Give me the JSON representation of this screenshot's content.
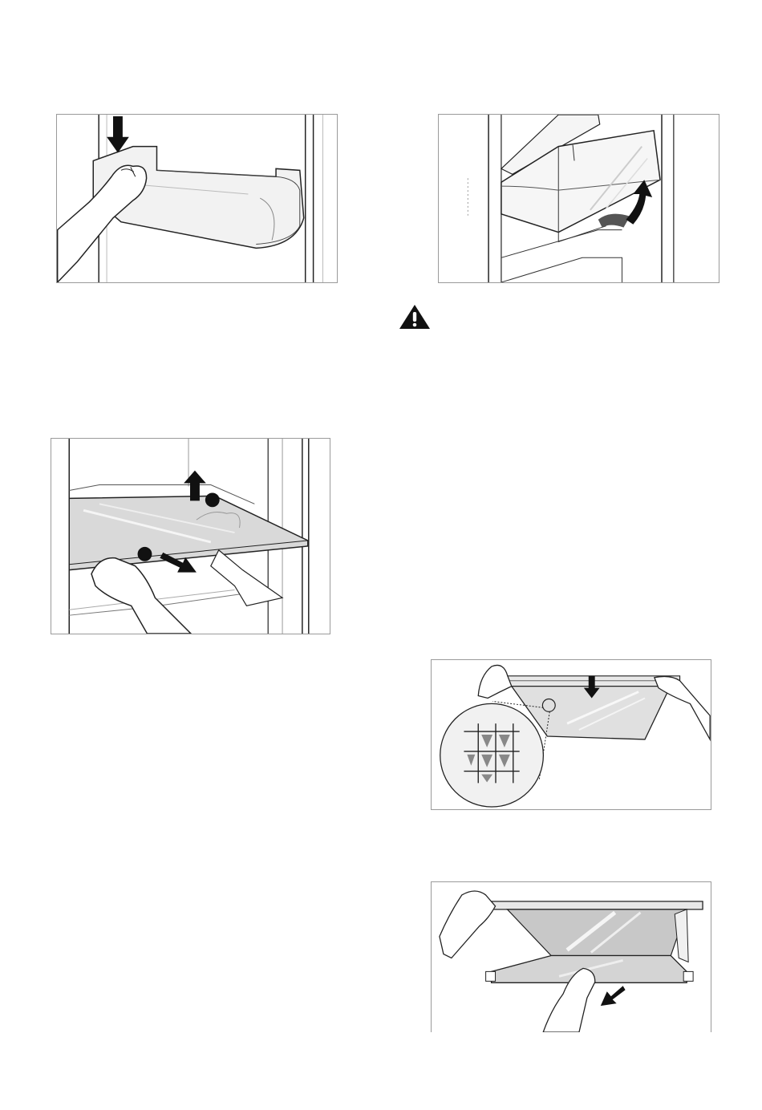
{
  "figures": [
    {
      "id": "door-shelf",
      "description_hidden": true
    },
    {
      "id": "crisper-tray"
    },
    {
      "id": "glass-shelf",
      "step_markers": [
        "",
        ""
      ]
    },
    {
      "id": "crisper-grid"
    },
    {
      "id": "crisper-cover"
    }
  ],
  "warning": {
    "icon": "warning-triangle-icon"
  },
  "colors": {
    "line": "#1a1a1a",
    "shade": "#d8d8d8",
    "frame": "#9a9a9a"
  }
}
